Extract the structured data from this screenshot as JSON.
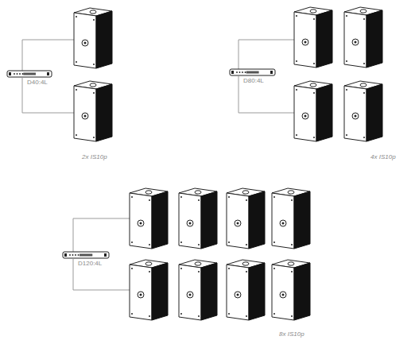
{
  "diagram": {
    "nodes": [
      {
        "text": [
          "D40:4L"
        ]
      },
      {
        "text": [
          "D80:4L"
        ]
      },
      {
        "text": [
          "D120:4L"
        ]
      }
    ],
    "labels": [
      "2x IS10p",
      "4x IS10p",
      "8x IS10p"
    ]
  }
}
